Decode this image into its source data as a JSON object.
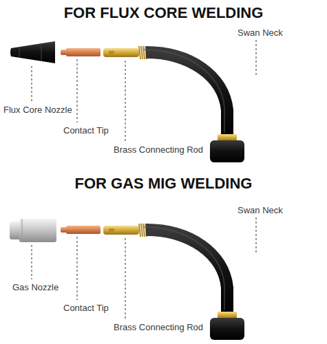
{
  "diagram": {
    "labels": [
      "FOR FLUX CORE WELDING",
      "Swan Neck",
      "Flux Core Nozzle",
      "Contact Tip",
      "Brass Connecting Rod",
      "FOR GAS MIG WELDING",
      "Swan Neck",
      "Gas Nozzle",
      "Contact Tip",
      "Brass Connecting Rod"
    ]
  }
}
